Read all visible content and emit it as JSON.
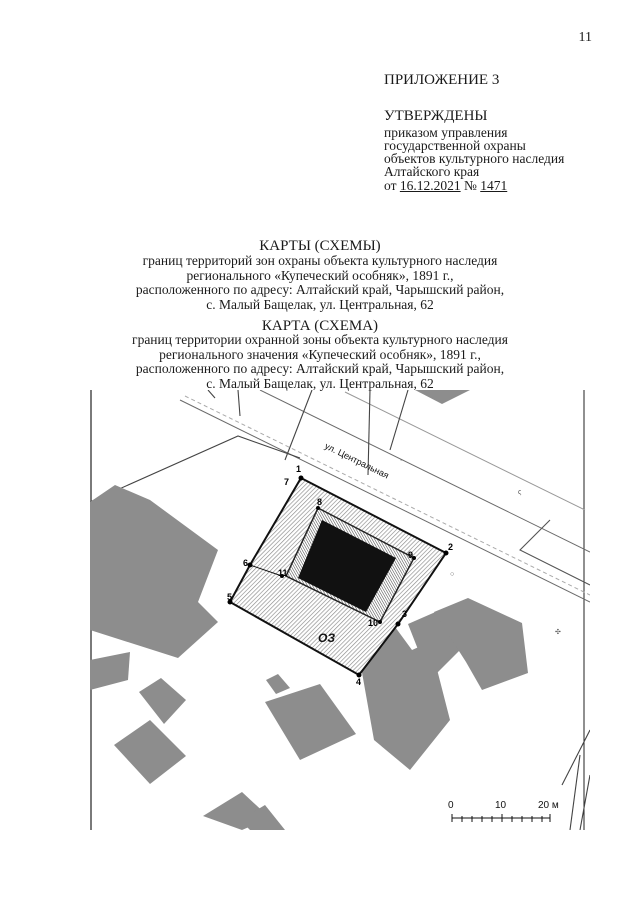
{
  "page_number": "11",
  "header": {
    "appendix": "ПРИЛОЖЕНИЕ 3",
    "approved": "УТВЕРЖДЕНЫ",
    "approved_lines": [
      "приказом управления",
      "государственной охраны",
      "объектов культурного наследия",
      "Алтайского края"
    ],
    "order": {
      "prefix": "от ",
      "date": "16.12.2021",
      "number_sign": "№",
      "number": "1471"
    }
  },
  "section1": {
    "title": "КАРТЫ (СХЕМЫ)",
    "lines": [
      "границ территорий зон охраны объекта культурного наследия",
      "регионального «Купеческий особняк», 1891 г.,",
      "расположенного по адресу: Алтайский край, Чарышский район,",
      "с. Малый Бащелак, ул. Центральная, 62"
    ]
  },
  "section2": {
    "title": "КАРТА (СХЕМА)",
    "lines": [
      "границ территории охранной зоны объекта культурного наследия",
      "регионального значения «Купеческий особняк», 1891 г.,",
      "расположенного по адресу: Алтайский край, Чарышский район,",
      "с. Малый Бащелак, ул. Центральная, 62"
    ]
  },
  "map": {
    "street_label": "ул. Центральная",
    "zone_label": "ОЗ",
    "outer_points": [
      "1",
      "2",
      "3",
      "4",
      "5",
      "6",
      "7"
    ],
    "inner_points": [
      "8",
      "9",
      "10",
      "11"
    ],
    "scale": {
      "ticks": [
        "0",
        "10",
        "20 м"
      ]
    },
    "colors": {
      "zone_hatch": "#8a8a8a",
      "building": "#111111",
      "neighbors": "#8d8d8d",
      "road": "#6a6a6a"
    }
  }
}
